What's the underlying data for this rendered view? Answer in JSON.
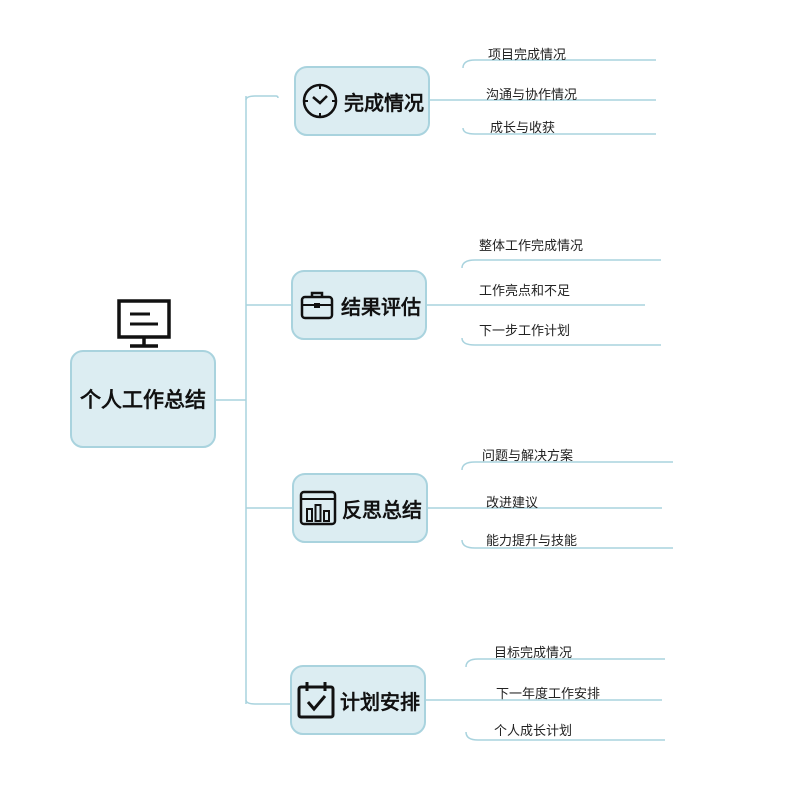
{
  "title": "个人工作总结",
  "colors": {
    "line": "#a9d3de",
    "node_fill": "#dcedf2",
    "node_border": "#a9d3de",
    "icon": "#111111"
  },
  "root_icon": "monitor-icon",
  "branches": [
    {
      "label": "完成情况",
      "icon": "clock-icon",
      "children": [
        "项目完成情况",
        "沟通与协作情况",
        "成长与收获"
      ]
    },
    {
      "label": "结果评估",
      "icon": "briefcase-icon",
      "children": [
        "整体工作完成情况",
        "工作亮点和不足",
        "下一步工作计划"
      ]
    },
    {
      "label": "反思总结",
      "icon": "bar-chart-icon",
      "children": [
        "问题与解决方案",
        "改进建议",
        "能力提升与技能"
      ]
    },
    {
      "label": "计划安排",
      "icon": "calendar-check-icon",
      "children": [
        "目标完成情况",
        "下一年度工作安排",
        "个人成长计划"
      ]
    }
  ]
}
